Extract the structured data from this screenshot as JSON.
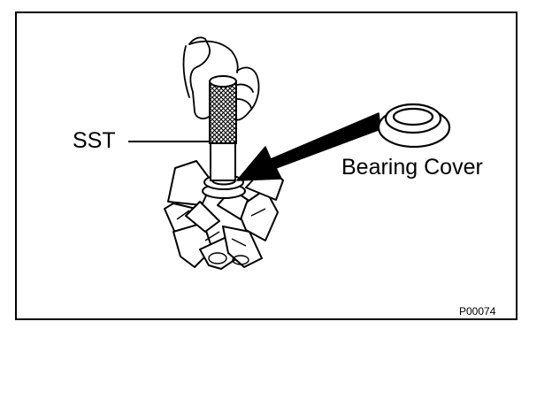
{
  "diagram": {
    "labels": {
      "sst": "SST",
      "bearing_cover": "Bearing Cover"
    },
    "figure_id": "P00074"
  }
}
